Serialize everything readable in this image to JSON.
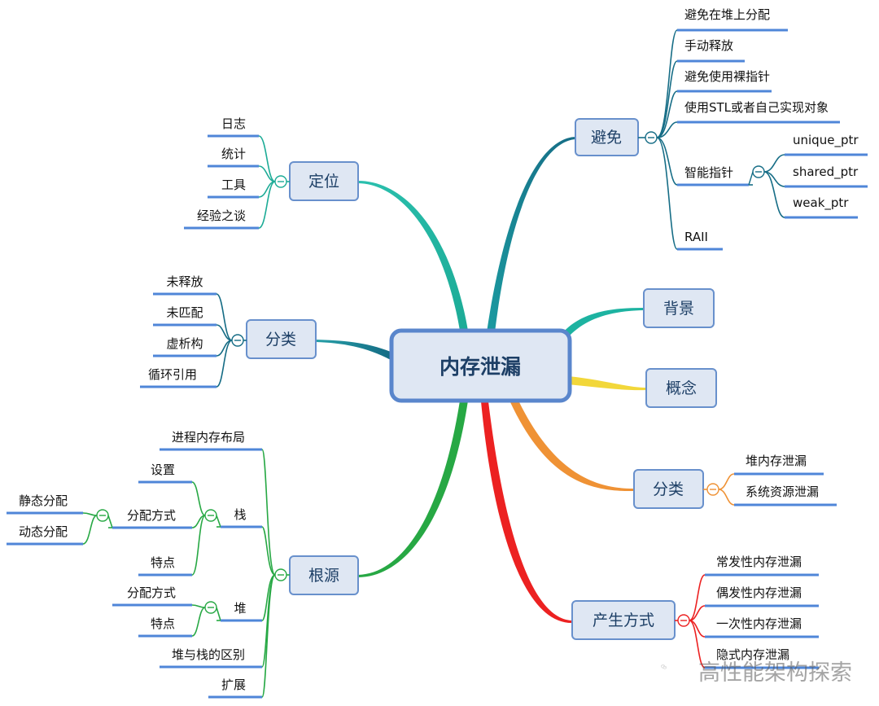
{
  "center": "内存泄漏",
  "colors": {
    "teal": "#1cab96",
    "darkteal": "#146b84",
    "yellow": "#f2d73a",
    "orange": "#ef9235",
    "red": "#ec2121",
    "green": "#27a844",
    "node_fill": "#dfe7f3",
    "node_border": "#6890cc",
    "underline": "#4f86d8"
  },
  "right": {
    "avoid": {
      "label": "避免",
      "items": [
        "避免在堆上分配",
        "手动释放",
        "避免使用裸指针",
        "使用STL或者自己实现对象",
        "智能指针",
        "RAII"
      ],
      "smart_pointers": [
        "unique_ptr",
        "shared_ptr",
        "weak_ptr"
      ]
    },
    "background": "背景",
    "concept": "概念",
    "category": {
      "label": "分类",
      "items": [
        "堆内存泄漏",
        "系统资源泄漏"
      ]
    },
    "occurrence": {
      "label": "产生方式",
      "items": [
        "常发性内存泄漏",
        "偶发性内存泄漏",
        "一次性内存泄漏",
        "隐式内存泄漏"
      ]
    }
  },
  "left": {
    "locate": {
      "label": "定位",
      "items": [
        "日志",
        "统计",
        "工具",
        "经验之谈"
      ]
    },
    "category": {
      "label": "分类",
      "items": [
        "未释放",
        "未匹配",
        "虚析构",
        "循环引用"
      ]
    },
    "root": {
      "label": "根源",
      "process_layout": "进程内存布局",
      "stack": {
        "label": "栈",
        "settings": "设置",
        "allocation": {
          "label": "分配方式",
          "items": [
            "静态分配",
            "动态分配"
          ]
        },
        "features": "特点"
      },
      "heap": {
        "label": "堆",
        "allocation": "分配方式",
        "features": "特点"
      },
      "difference": "堆与栈的区别",
      "extension": "扩展"
    }
  },
  "watermark": "高性能架构探索"
}
